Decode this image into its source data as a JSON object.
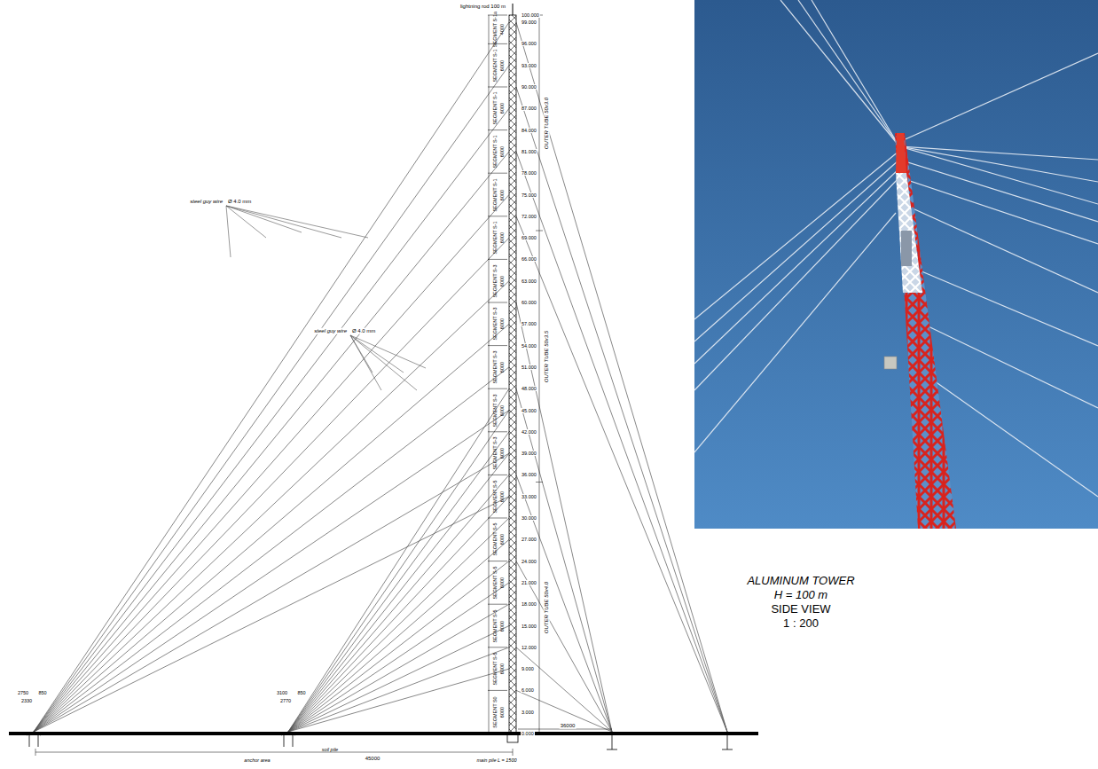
{
  "diagram": {
    "labels": [
      "lightning rod 100 m",
      "100.000",
      "99.000",
      "96.000",
      "93.000",
      "90.000",
      "87.000",
      "84.000",
      "81.000",
      "78.000",
      "75.000",
      "72.000",
      "69.000",
      "66.000",
      "63.000",
      "60.000",
      "57.000",
      "54.000",
      "51.000",
      "48.000",
      "45.000",
      "42.000",
      "39.000",
      "36.000",
      "33.000",
      "30.000",
      "27.000",
      "24.000",
      "21.000",
      "18.000",
      "15.000",
      "12.000",
      "9.000",
      "6.000",
      "3.000",
      "0.000",
      "SEGMENT S-1a",
      "4000",
      "SEGMENT S-1",
      "6000",
      "SEGMENT S-1",
      "6000",
      "SEGMENT S-1",
      "6000",
      "SEGMENT S-1",
      "6000",
      "SEGMENT S-1",
      "6000",
      "SEGMENT S-3",
      "6000",
      "SEGMENT S-3",
      "6000",
      "SEGMENT S-3",
      "6000",
      "SEGMENT S-3",
      "6000",
      "SEGMENT S-3",
      "6000",
      "SEGMENT S-5",
      "6000",
      "SEGMENT S-5",
      "6000",
      "SEGMENT S-5",
      "6000",
      "SEGMENT S-5",
      "6000",
      "SEGMENT S-5",
      "6000",
      "SEGMENT S0",
      "6000",
      "OUTER TUBE 50x3.0",
      "OUTER TUBE 50x3.5",
      "OUTER TUBE 50x4.0",
      "steel guy wire",
      "Ø 4.0 mm",
      "steel guy wire",
      "Ø 4.0 mm",
      "ALUMINUM TOWER",
      "H = 100 m",
      "SIDE VIEW",
      "1 : 200",
      "2750",
      "850",
      "2330",
      "3100",
      "850",
      "2770",
      "36000",
      "45000",
      "anchor area",
      "soil pile",
      "main pile L = 1500"
    ]
  }
}
